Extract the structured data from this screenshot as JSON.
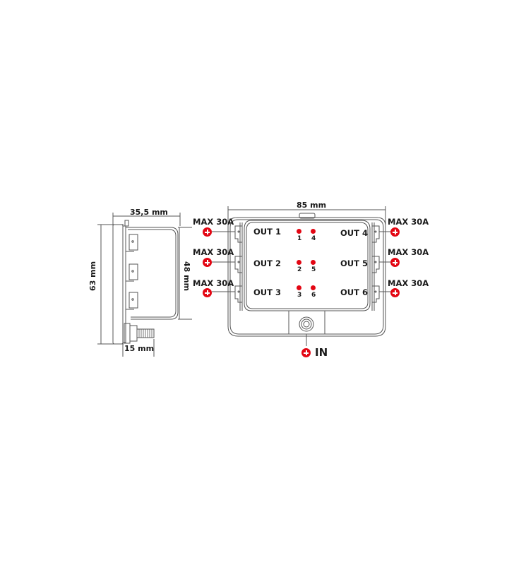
{
  "colors": {
    "accent_red": "#e30613",
    "line": "#555555",
    "text": "#1a1a1a"
  },
  "side_view": {
    "width_dim": "35,5 mm",
    "height_dim": "63 mm",
    "inner_height_dim": "48 mm",
    "bolt_dim": "15 mm"
  },
  "front_view": {
    "width_dim": "85 mm",
    "outputs_left": [
      {
        "label": "OUT 1",
        "rating": "MAX 30A",
        "icon": "plus-terminal-icon"
      },
      {
        "label": "OUT 2",
        "rating": "MAX 30A",
        "icon": "plus-terminal-icon"
      },
      {
        "label": "OUT 3",
        "rating": "MAX 30A",
        "icon": "plus-terminal-icon"
      }
    ],
    "outputs_right": [
      {
        "label": "OUT 4",
        "rating": "MAX 30A",
        "icon": "plus-terminal-icon"
      },
      {
        "label": "OUT 5",
        "rating": "MAX 30A",
        "icon": "plus-terminal-icon"
      },
      {
        "label": "OUT 6",
        "rating": "MAX 30A",
        "icon": "plus-terminal-icon"
      }
    ],
    "led_numbers": {
      "row1": [
        "1",
        "4"
      ],
      "row2": [
        "2",
        "5"
      ],
      "row3": [
        "3",
        "6"
      ]
    },
    "input_label": "IN"
  }
}
